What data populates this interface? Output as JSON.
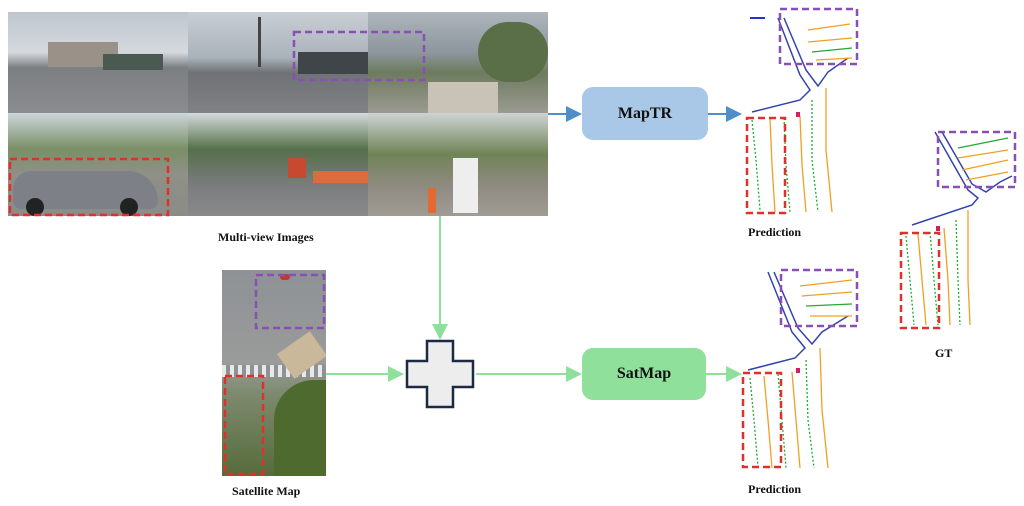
{
  "captions": {
    "multiview": "Multi-view Images",
    "satellite": "Satellite Map",
    "prediction_top": "Prediction",
    "prediction_bottom": "Prediction",
    "gt": "GT"
  },
  "boxes": {
    "maptr": "MapTR",
    "satmap": "SatMap"
  },
  "colors": {
    "maptr_fill": "#a9c8e8",
    "satmap_fill": "#8fe09a",
    "arrow_blue": "#4f8ec9",
    "arrow_green": "#8fe09a",
    "highlight_red": "#e0302a",
    "highlight_purple": "#8a4fb5",
    "divider": "#3344aa",
    "boundary": "#22aa33",
    "lane": "#f0a020"
  },
  "icons": {
    "fusion": "plus-icon"
  }
}
